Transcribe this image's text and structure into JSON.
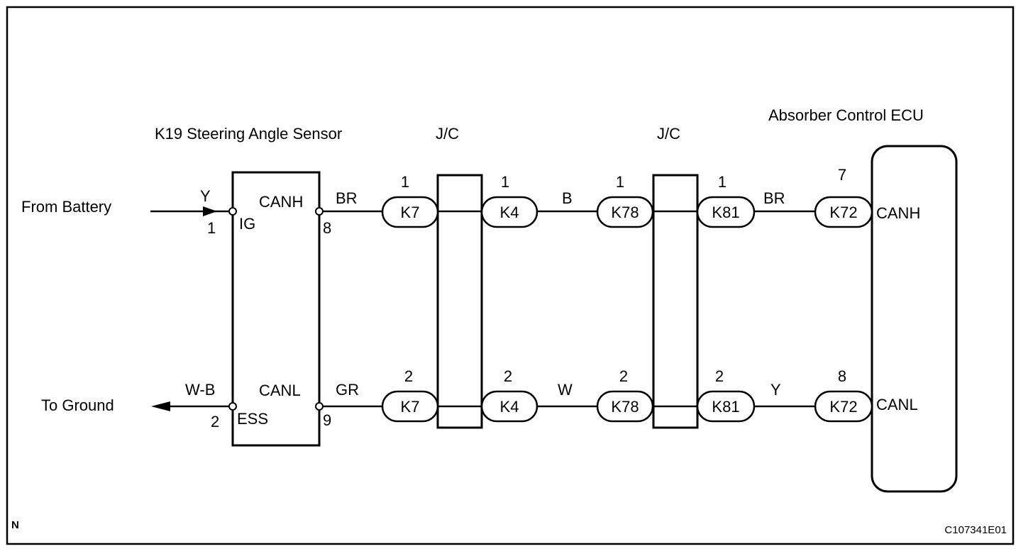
{
  "external": {
    "from_battery": "From  Battery",
    "to_ground": "To Ground"
  },
  "sensor": {
    "title": "K19 Steering Angle Sensor",
    "ig_label": "IG",
    "ig_pin": "1",
    "ig_wire": "Y",
    "ess_label": "ESS",
    "ess_pin": "2",
    "ess_wire": "W-B",
    "canh_label": "CANH",
    "canh_pin": "8",
    "canl_label": "CANL",
    "canl_pin": "9"
  },
  "jc1": {
    "title": "J/C"
  },
  "jc2": {
    "title": "J/C"
  },
  "ecu": {
    "title": "Absorber Control ECU",
    "canh_label": "CANH",
    "canl_label": "CANL"
  },
  "wires": {
    "top": [
      "BR",
      "B",
      "BR"
    ],
    "bottom": [
      "GR",
      "W",
      "Y"
    ]
  },
  "connectors": {
    "top": [
      {
        "name": "K7",
        "pin": "1"
      },
      {
        "name": "K4",
        "pin": "1"
      },
      {
        "name": "K78",
        "pin": "1"
      },
      {
        "name": "K81",
        "pin": "1"
      },
      {
        "name": "K72",
        "pin": "7"
      }
    ],
    "bottom": [
      {
        "name": "K7",
        "pin": "2"
      },
      {
        "name": "K4",
        "pin": "2"
      },
      {
        "name": "K78",
        "pin": "2"
      },
      {
        "name": "K81",
        "pin": "2"
      },
      {
        "name": "K72",
        "pin": "8"
      }
    ]
  },
  "footer": {
    "corner_mark": "N",
    "figure_code": "C107341E01"
  }
}
